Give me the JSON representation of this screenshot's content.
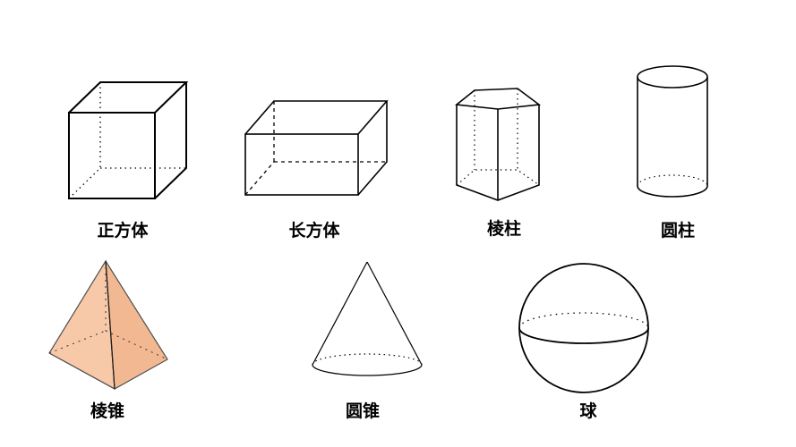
{
  "shapes": [
    {
      "id": "cube",
      "label": "正方体"
    },
    {
      "id": "cuboid",
      "label": "长方体"
    },
    {
      "id": "prism",
      "label": "棱柱"
    },
    {
      "id": "cylinder",
      "label": "圆柱"
    },
    {
      "id": "pyramid",
      "label": "棱锥"
    },
    {
      "id": "cone",
      "label": "圆锥"
    },
    {
      "id": "sphere",
      "label": "球"
    }
  ],
  "colors": {
    "pyramid_fill": "#f7c9a8",
    "pyramid_fill_right": "#f2b891",
    "line": "#000000"
  }
}
